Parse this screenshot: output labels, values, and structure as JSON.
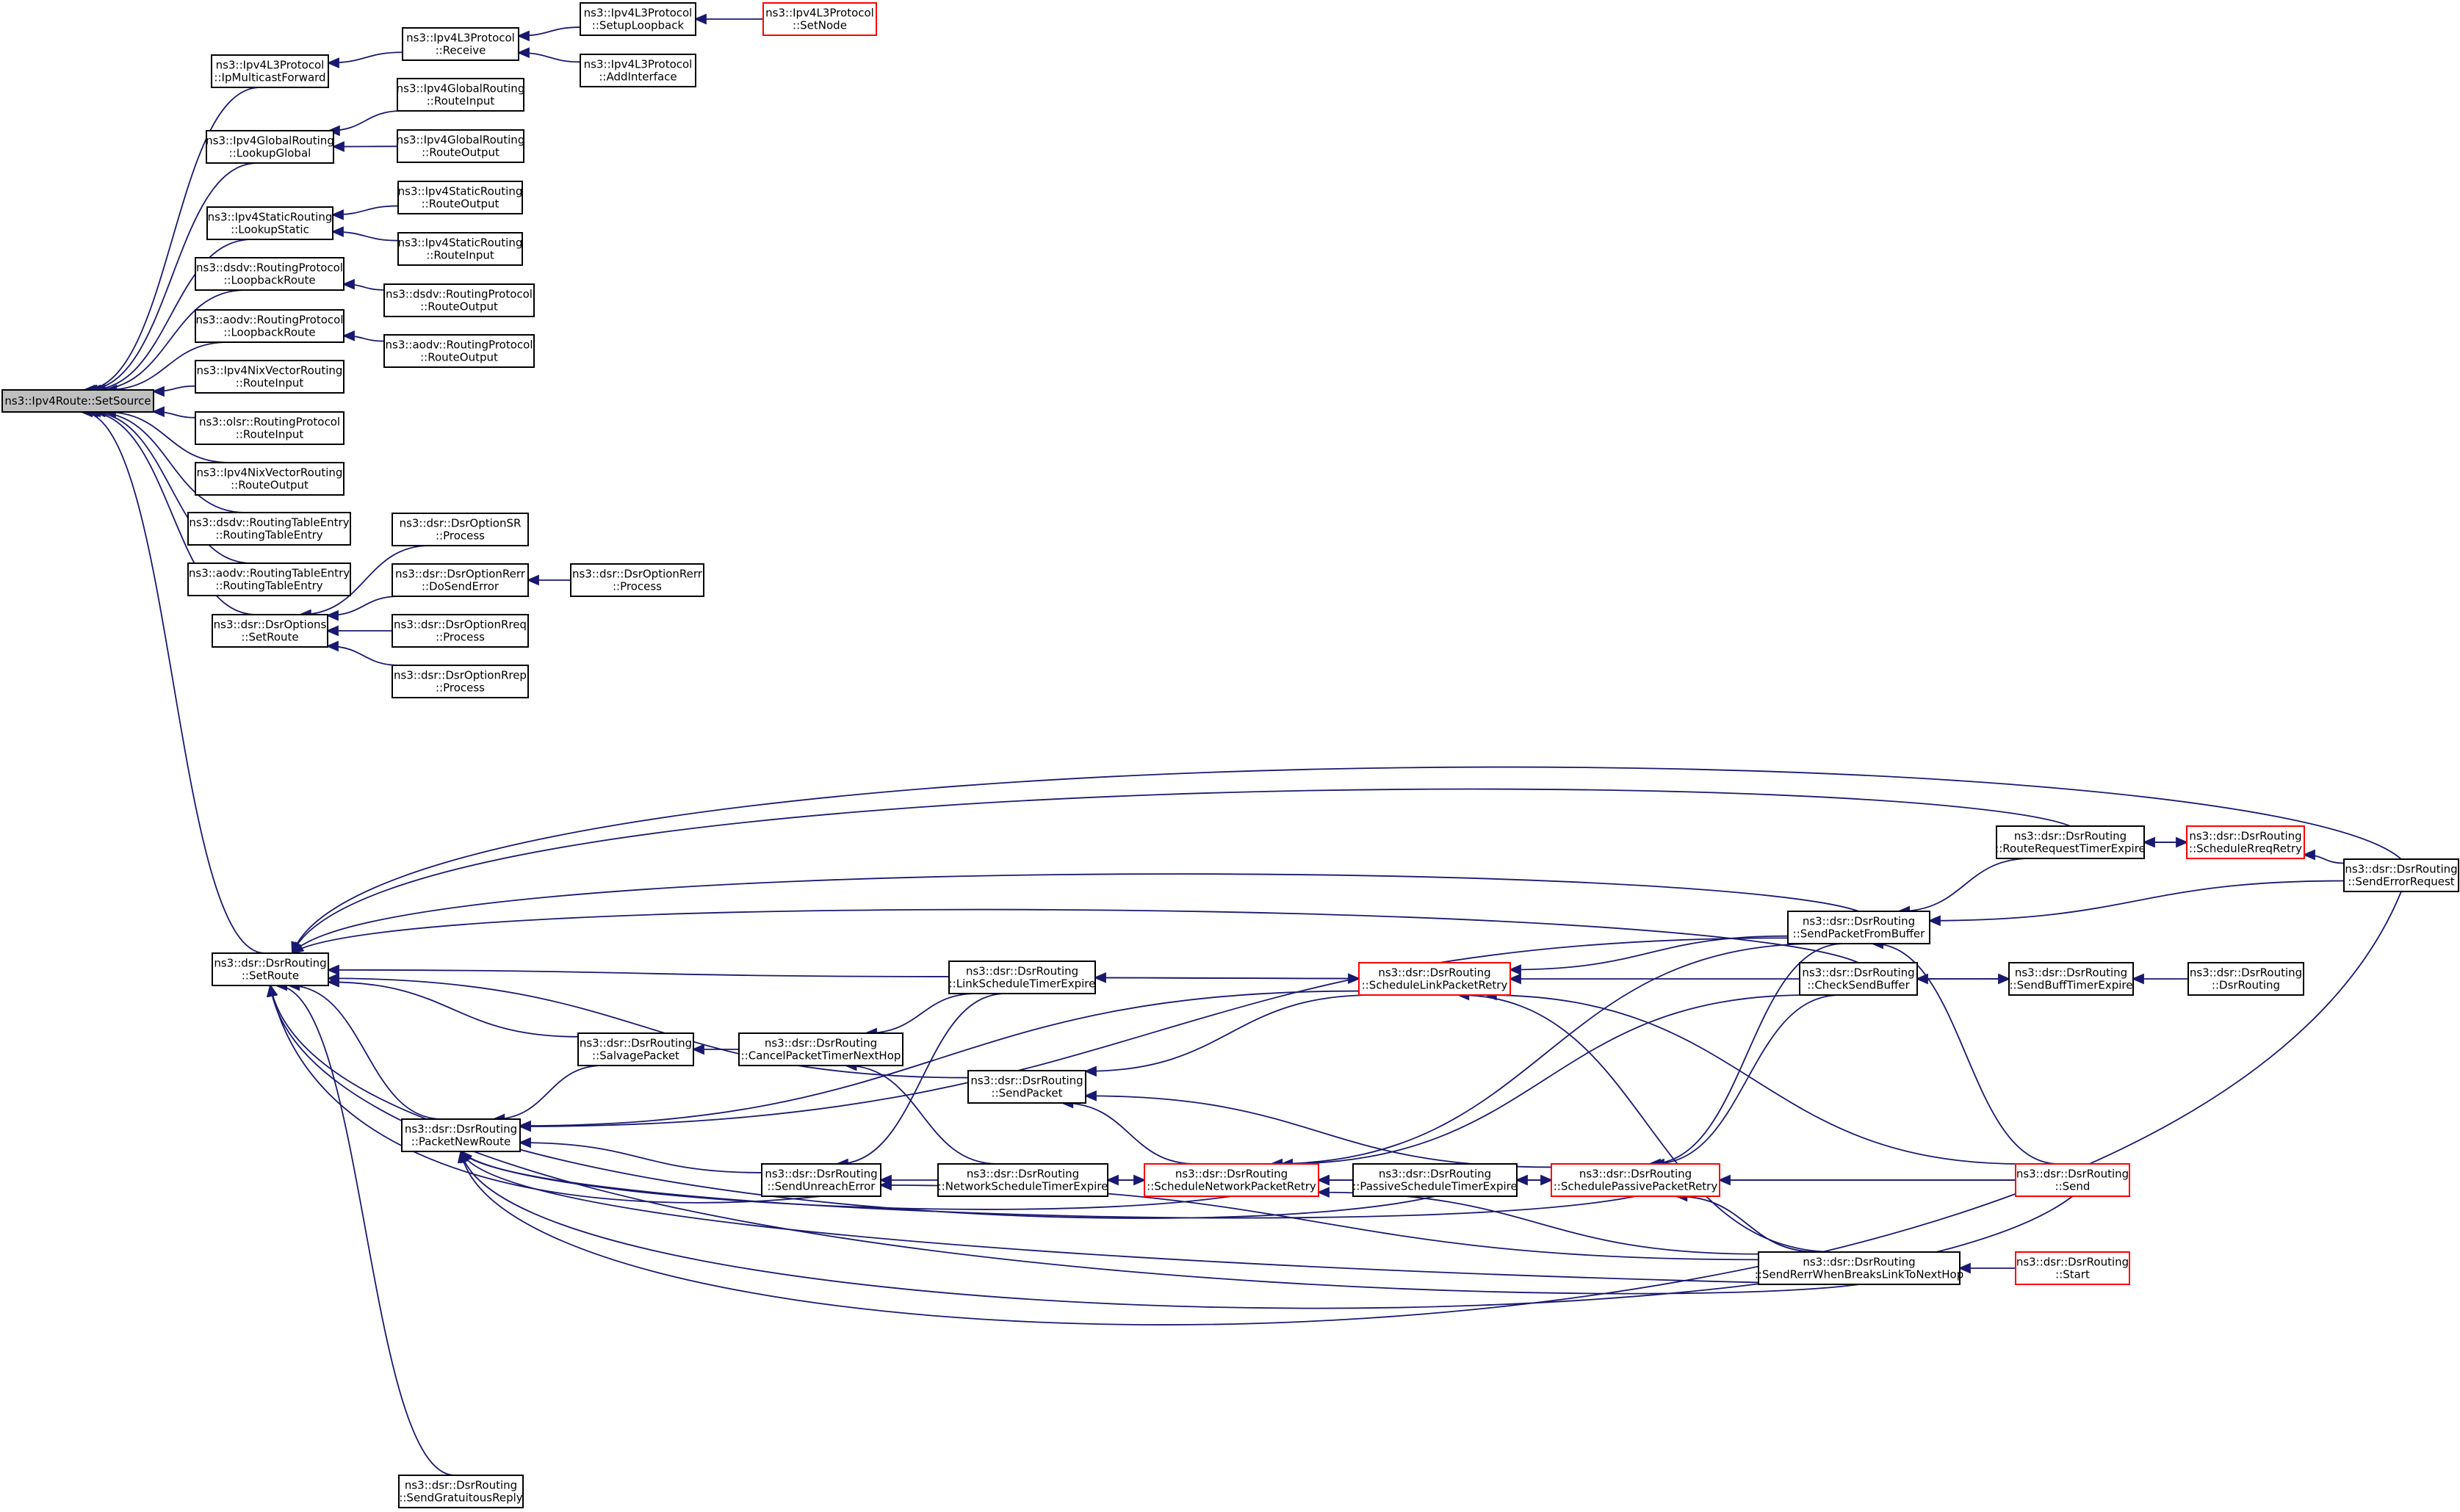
{
  "graph": {
    "title": "ns3::Ipv4Route::SetSource",
    "colors": {
      "edge": "#191970",
      "node_border": "#000000",
      "truncated_node_border": "#ff0000",
      "root_fill": "#bfbfbf"
    },
    "nodes": [
      {
        "id": "SetSource",
        "lines": [
          "ns3::Ipv4Route::SetSource"
        ],
        "style": "root"
      },
      {
        "id": "IpMulticastForward",
        "lines": [
          "ns3::Ipv4L3Protocol",
          "::IpMulticastForward"
        ]
      },
      {
        "id": "L3Receive",
        "lines": [
          "ns3::Ipv4L3Protocol",
          "::Receive"
        ]
      },
      {
        "id": "SetupLoopback",
        "lines": [
          "ns3::Ipv4L3Protocol",
          "::SetupLoopback"
        ]
      },
      {
        "id": "SetNode",
        "lines": [
          "ns3::Ipv4L3Protocol",
          "::SetNode"
        ],
        "style": "red"
      },
      {
        "id": "AddInterface",
        "lines": [
          "ns3::Ipv4L3Protocol",
          "::AddInterface"
        ]
      },
      {
        "id": "LookupGlobal",
        "lines": [
          "ns3::Ipv4GlobalRouting",
          "::LookupGlobal"
        ]
      },
      {
        "id": "GlobalRouteInput",
        "lines": [
          "ns3::Ipv4GlobalRouting",
          "::RouteInput"
        ]
      },
      {
        "id": "GlobalRouteOutput",
        "lines": [
          "ns3::Ipv4GlobalRouting",
          "::RouteOutput"
        ]
      },
      {
        "id": "LookupStatic",
        "lines": [
          "ns3::Ipv4StaticRouting",
          "::LookupStatic"
        ]
      },
      {
        "id": "StaticRouteOutput",
        "lines": [
          "ns3::Ipv4StaticRouting",
          "::RouteOutput"
        ]
      },
      {
        "id": "StaticRouteInput",
        "lines": [
          "ns3::Ipv4StaticRouting",
          "::RouteInput"
        ]
      },
      {
        "id": "DsdvLoopback",
        "lines": [
          "ns3::dsdv::RoutingProtocol",
          "::LoopbackRoute"
        ]
      },
      {
        "id": "DsdvRouteOutput",
        "lines": [
          "ns3::dsdv::RoutingProtocol",
          "::RouteOutput"
        ]
      },
      {
        "id": "AodvLoopback",
        "lines": [
          "ns3::aodv::RoutingProtocol",
          "::LoopbackRoute"
        ]
      },
      {
        "id": "AodvRouteOutput",
        "lines": [
          "ns3::aodv::RoutingProtocol",
          "::RouteOutput"
        ]
      },
      {
        "id": "NixRouteInput",
        "lines": [
          "ns3::Ipv4NixVectorRouting",
          "::RouteInput"
        ]
      },
      {
        "id": "OlsrRouteInput",
        "lines": [
          "ns3::olsr::RoutingProtocol",
          "::RouteInput"
        ]
      },
      {
        "id": "NixRouteOutput",
        "lines": [
          "ns3::Ipv4NixVectorRouting",
          "::RouteOutput"
        ]
      },
      {
        "id": "DsdvTableEntry",
        "lines": [
          "ns3::dsdv::RoutingTableEntry",
          "::RoutingTableEntry"
        ]
      },
      {
        "id": "AodvTableEntry",
        "lines": [
          "ns3::aodv::RoutingTableEntry",
          "::RoutingTableEntry"
        ]
      },
      {
        "id": "DsrOptionsSetRoute",
        "lines": [
          "ns3::dsr::DsrOptions",
          "::SetRoute"
        ]
      },
      {
        "id": "OptSRProcess",
        "lines": [
          "ns3::dsr::DsrOptionSR",
          "::Process"
        ]
      },
      {
        "id": "OptRerrDoSendError",
        "lines": [
          "ns3::dsr::DsrOptionRerr",
          "::DoSendError"
        ]
      },
      {
        "id": "OptRerrProcess",
        "lines": [
          "ns3::dsr::DsrOptionRerr",
          "::Process"
        ]
      },
      {
        "id": "OptRreqProcess",
        "lines": [
          "ns3::dsr::DsrOptionRreq",
          "::Process"
        ]
      },
      {
        "id": "OptRrepProcess",
        "lines": [
          "ns3::dsr::DsrOptionRrep",
          "::Process"
        ]
      },
      {
        "id": "RoutingSetRoute",
        "lines": [
          "ns3::dsr::DsrRouting",
          "::SetRoute"
        ]
      },
      {
        "id": "PacketNewRoute",
        "lines": [
          "ns3::dsr::DsrRouting",
          "::PacketNewRoute"
        ]
      },
      {
        "id": "SendGratuitousReply",
        "lines": [
          "ns3::dsr::DsrRouting",
          "::SendGratuitousReply"
        ]
      },
      {
        "id": "SalvagePacket",
        "lines": [
          "ns3::dsr::DsrRouting",
          "::SalvagePacket"
        ]
      },
      {
        "id": "CancelPacketTimerNextHop",
        "lines": [
          "ns3::dsr::DsrRouting",
          "::CancelPacketTimerNextHop"
        ]
      },
      {
        "id": "SendUnreachError",
        "lines": [
          "ns3::dsr::DsrRouting",
          "::SendUnreachError"
        ]
      },
      {
        "id": "LinkScheduleTimerExpire",
        "lines": [
          "ns3::dsr::DsrRouting",
          "::LinkScheduleTimerExpire"
        ]
      },
      {
        "id": "SendPacket",
        "lines": [
          "ns3::dsr::DsrRouting",
          "::SendPacket"
        ]
      },
      {
        "id": "NetworkScheduleTimerExpire",
        "lines": [
          "ns3::dsr::DsrRouting",
          "::NetworkScheduleTimerExpire"
        ]
      },
      {
        "id": "ScheduleLinkPacketRetry",
        "lines": [
          "ns3::dsr::DsrRouting",
          "::ScheduleLinkPacketRetry"
        ],
        "style": "red"
      },
      {
        "id": "ScheduleNetworkPacketRetry",
        "lines": [
          "ns3::dsr::DsrRouting",
          "::ScheduleNetworkPacketRetry"
        ],
        "style": "red"
      },
      {
        "id": "PassiveScheduleTimerExpire",
        "lines": [
          "ns3::dsr::DsrRouting",
          "::PassiveScheduleTimerExpire"
        ]
      },
      {
        "id": "SchedulePassivePacketRetry",
        "lines": [
          "ns3::dsr::DsrRouting",
          "::SchedulePassivePacketRetry"
        ],
        "style": "red"
      },
      {
        "id": "SendPacketFromBuffer",
        "lines": [
          "ns3::dsr::DsrRouting",
          "::SendPacketFromBuffer"
        ]
      },
      {
        "id": "CheckSendBuffer",
        "lines": [
          "ns3::dsr::DsrRouting",
          "::CheckSendBuffer"
        ]
      },
      {
        "id": "SendRerrWhenBreaksLinkToNextHop",
        "lines": [
          "ns3::dsr::DsrRouting",
          "::SendRerrWhenBreaksLinkToNextHop"
        ]
      },
      {
        "id": "RouteRequestTimerExpire",
        "lines": [
          "ns3::dsr::DsrRouting",
          "::RouteRequestTimerExpire"
        ]
      },
      {
        "id": "ScheduleRreqRetry",
        "lines": [
          "ns3::dsr::DsrRouting",
          "::ScheduleRreqRetry"
        ],
        "style": "red"
      },
      {
        "id": "SendErrorRequest",
        "lines": [
          "ns3::dsr::DsrRouting",
          "::SendErrorRequest"
        ]
      },
      {
        "id": "SendBuffTimerExpire",
        "lines": [
          "ns3::dsr::DsrRouting",
          "::SendBuffTimerExpire"
        ]
      },
      {
        "id": "DsrRoutingCtor",
        "lines": [
          "ns3::dsr::DsrRouting",
          "::DsrRouting"
        ]
      },
      {
        "id": "Send",
        "lines": [
          "ns3::dsr::DsrRouting",
          "::Send"
        ],
        "style": "red"
      },
      {
        "id": "Start",
        "lines": [
          "ns3::dsr::DsrRouting",
          "::Start"
        ],
        "style": "red"
      }
    ],
    "edges": [
      {
        "from": "IpMulticastForward",
        "to": "SetSource"
      },
      {
        "from": "L3Receive",
        "to": "IpMulticastForward"
      },
      {
        "from": "SetupLoopback",
        "to": "L3Receive"
      },
      {
        "from": "SetNode",
        "to": "SetupLoopback"
      },
      {
        "from": "AddInterface",
        "to": "L3Receive"
      },
      {
        "from": "LookupGlobal",
        "to": "SetSource"
      },
      {
        "from": "GlobalRouteInput",
        "to": "LookupGlobal"
      },
      {
        "from": "GlobalRouteOutput",
        "to": "LookupGlobal"
      },
      {
        "from": "LookupStatic",
        "to": "SetSource"
      },
      {
        "from": "StaticRouteOutput",
        "to": "LookupStatic"
      },
      {
        "from": "StaticRouteInput",
        "to": "LookupStatic"
      },
      {
        "from": "DsdvLoopback",
        "to": "SetSource"
      },
      {
        "from": "DsdvRouteOutput",
        "to": "DsdvLoopback"
      },
      {
        "from": "AodvLoopback",
        "to": "SetSource"
      },
      {
        "from": "AodvRouteOutput",
        "to": "AodvLoopback"
      },
      {
        "from": "NixRouteInput",
        "to": "SetSource"
      },
      {
        "from": "OlsrRouteInput",
        "to": "SetSource"
      },
      {
        "from": "NixRouteOutput",
        "to": "SetSource"
      },
      {
        "from": "DsdvTableEntry",
        "to": "SetSource"
      },
      {
        "from": "AodvTableEntry",
        "to": "SetSource"
      },
      {
        "from": "DsrOptionsSetRoute",
        "to": "SetSource"
      },
      {
        "from": "OptSRProcess",
        "to": "DsrOptionsSetRoute"
      },
      {
        "from": "OptRerrDoSendError",
        "to": "DsrOptionsSetRoute"
      },
      {
        "from": "OptRerrProcess",
        "to": "OptRerrDoSendError"
      },
      {
        "from": "OptRreqProcess",
        "to": "DsrOptionsSetRoute"
      },
      {
        "from": "OptRrepProcess",
        "to": "DsrOptionsSetRoute"
      },
      {
        "from": "RoutingSetRoute",
        "to": "SetSource"
      },
      {
        "from": "PacketNewRoute",
        "to": "RoutingSetRoute"
      },
      {
        "from": "SendGratuitousReply",
        "to": "RoutingSetRoute"
      },
      {
        "from": "SalvagePacket",
        "to": "RoutingSetRoute"
      },
      {
        "from": "SalvagePacket",
        "to": "PacketNewRoute"
      },
      {
        "from": "CancelPacketTimerNextHop",
        "to": "SalvagePacket"
      },
      {
        "from": "LinkScheduleTimerExpire",
        "to": "RoutingSetRoute"
      },
      {
        "from": "LinkScheduleTimerExpire",
        "to": "CancelPacketTimerNextHop"
      },
      {
        "from": "LinkScheduleTimerExpire",
        "to": "SendUnreachError"
      },
      {
        "from": "NetworkScheduleTimerExpire",
        "to": "CancelPacketTimerNextHop"
      },
      {
        "from": "NetworkScheduleTimerExpire",
        "to": "SendUnreachError"
      },
      {
        "from": "SendUnreachError",
        "to": "RoutingSetRoute"
      },
      {
        "from": "SendUnreachError",
        "to": "PacketNewRoute"
      },
      {
        "from": "SendPacket",
        "to": "RoutingSetRoute"
      },
      {
        "from": "ScheduleLinkPacketRetry",
        "to": "LinkScheduleTimerExpire"
      },
      {
        "from": "LinkScheduleTimerExpire",
        "to": "ScheduleLinkPacketRetry"
      },
      {
        "from": "ScheduleLinkPacketRetry",
        "to": "PacketNewRoute"
      },
      {
        "from": "ScheduleLinkPacketRetry",
        "to": "SendPacket"
      },
      {
        "from": "ScheduleNetworkPacketRetry",
        "to": "NetworkScheduleTimerExpire"
      },
      {
        "from": "NetworkScheduleTimerExpire",
        "to": "ScheduleNetworkPacketRetry"
      },
      {
        "from": "ScheduleNetworkPacketRetry",
        "to": "PacketNewRoute"
      },
      {
        "from": "ScheduleNetworkPacketRetry",
        "to": "SendPacket"
      },
      {
        "from": "PassiveScheduleTimerExpire",
        "to": "ScheduleNetworkPacketRetry"
      },
      {
        "from": "PassiveScheduleTimerExpire",
        "to": "RoutingSetRoute"
      },
      {
        "from": "SchedulePassivePacketRetry",
        "to": "PassiveScheduleTimerExpire"
      },
      {
        "from": "PassiveScheduleTimerExpire",
        "to": "SchedulePassivePacketRetry"
      },
      {
        "from": "SchedulePassivePacketRetry",
        "to": "PacketNewRoute"
      },
      {
        "from": "SchedulePassivePacketRetry",
        "to": "SendPacket"
      },
      {
        "from": "SendPacketFromBuffer",
        "to": "RoutingSetRoute"
      },
      {
        "from": "SendPacketFromBuffer",
        "to": "PacketNewRoute"
      },
      {
        "from": "SendPacketFromBuffer",
        "to": "ScheduleLinkPacketRetry"
      },
      {
        "from": "SendPacketFromBuffer",
        "to": "ScheduleNetworkPacketRetry"
      },
      {
        "from": "SendPacketFromBuffer",
        "to": "SchedulePassivePacketRetry"
      },
      {
        "from": "CheckSendBuffer",
        "to": "RoutingSetRoute"
      },
      {
        "from": "CheckSendBuffer",
        "to": "ScheduleLinkPacketRetry"
      },
      {
        "from": "CheckSendBuffer",
        "to": "ScheduleNetworkPacketRetry"
      },
      {
        "from": "CheckSendBuffer",
        "to": "SchedulePassivePacketRetry"
      },
      {
        "from": "SendBuffTimerExpire",
        "to": "CheckSendBuffer"
      },
      {
        "from": "CheckSendBuffer",
        "to": "SendBuffTimerExpire"
      },
      {
        "from": "DsrRoutingCtor",
        "to": "SendBuffTimerExpire"
      },
      {
        "from": "RouteRequestTimerExpire",
        "to": "RoutingSetRoute"
      },
      {
        "from": "RouteRequestTimerExpire",
        "to": "SendPacketFromBuffer"
      },
      {
        "from": "ScheduleRreqRetry",
        "to": "RouteRequestTimerExpire"
      },
      {
        "from": "RouteRequestTimerExpire",
        "to": "ScheduleRreqRetry"
      },
      {
        "from": "SendErrorRequest",
        "to": "RoutingSetRoute"
      },
      {
        "from": "SendErrorRequest",
        "to": "PacketNewRoute"
      },
      {
        "from": "SendErrorRequest",
        "to": "ScheduleRreqRetry"
      },
      {
        "from": "SendErrorRequest",
        "to": "SendPacketFromBuffer"
      },
      {
        "from": "Send",
        "to": "ScheduleLinkPacketRetry"
      },
      {
        "from": "Send",
        "to": "ScheduleNetworkPacketRetry"
      },
      {
        "from": "Send",
        "to": "SchedulePassivePacketRetry"
      },
      {
        "from": "Send",
        "to": "SendPacketFromBuffer"
      },
      {
        "from": "Send",
        "to": "PacketNewRoute"
      },
      {
        "from": "SendRerrWhenBreaksLinkToNextHop",
        "to": "SendUnreachError"
      },
      {
        "from": "SendRerrWhenBreaksLinkToNextHop",
        "to": "ScheduleLinkPacketRetry"
      },
      {
        "from": "SendRerrWhenBreaksLinkToNextHop",
        "to": "ScheduleNetworkPacketRetry"
      },
      {
        "from": "SendRerrWhenBreaksLinkToNextHop",
        "to": "SchedulePassivePacketRetry"
      },
      {
        "from": "SendRerrWhenBreaksLinkToNextHop",
        "to": "RoutingSetRoute"
      },
      {
        "from": "SendRerrWhenBreaksLinkToNextHop",
        "to": "PacketNewRoute"
      },
      {
        "from": "Start",
        "to": "SendRerrWhenBreaksLinkToNextHop"
      }
    ]
  }
}
